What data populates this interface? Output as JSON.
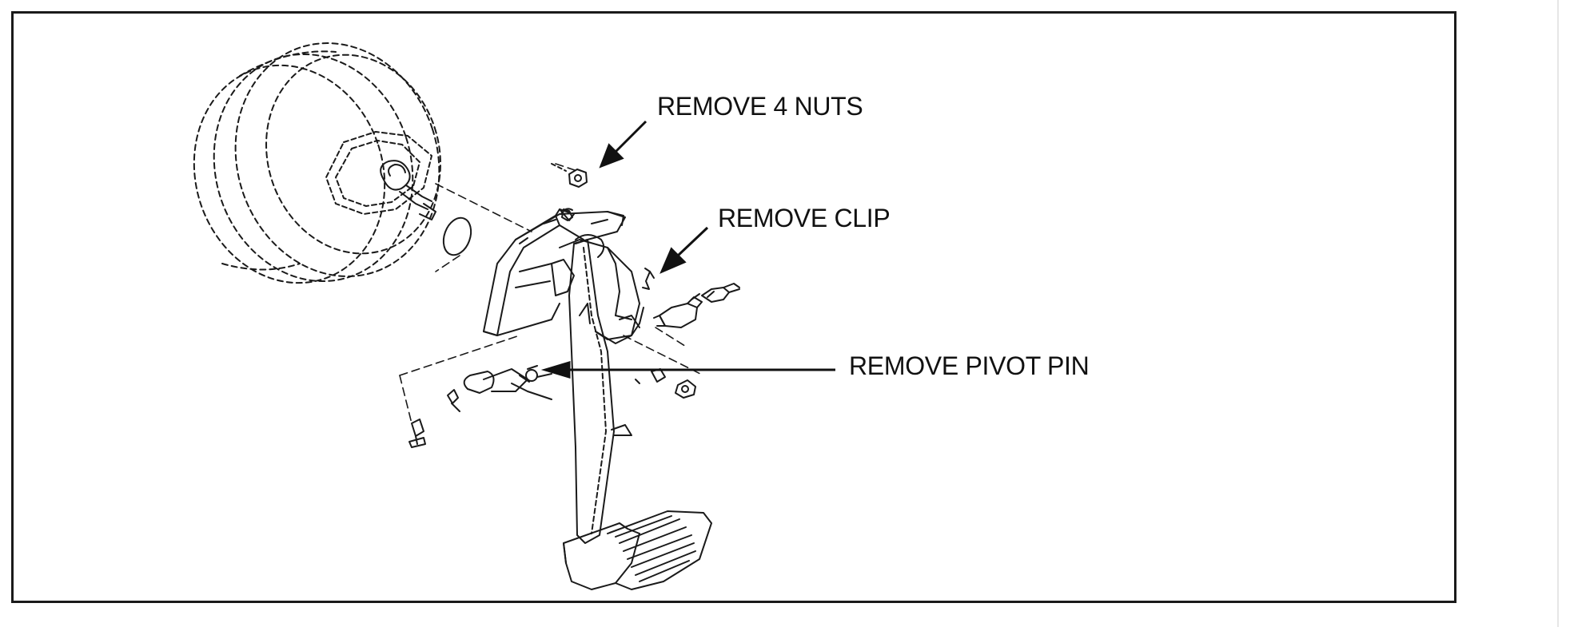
{
  "labels": {
    "remove_nuts": "REMOVE 4 NUTS",
    "remove_clip": "REMOVE CLIP",
    "remove_pivot_pin": "REMOVE PIVOT PIN"
  },
  "colors": {
    "line": "#1a1a1a",
    "frame": "#1a1a1a",
    "background": "#ffffff"
  }
}
